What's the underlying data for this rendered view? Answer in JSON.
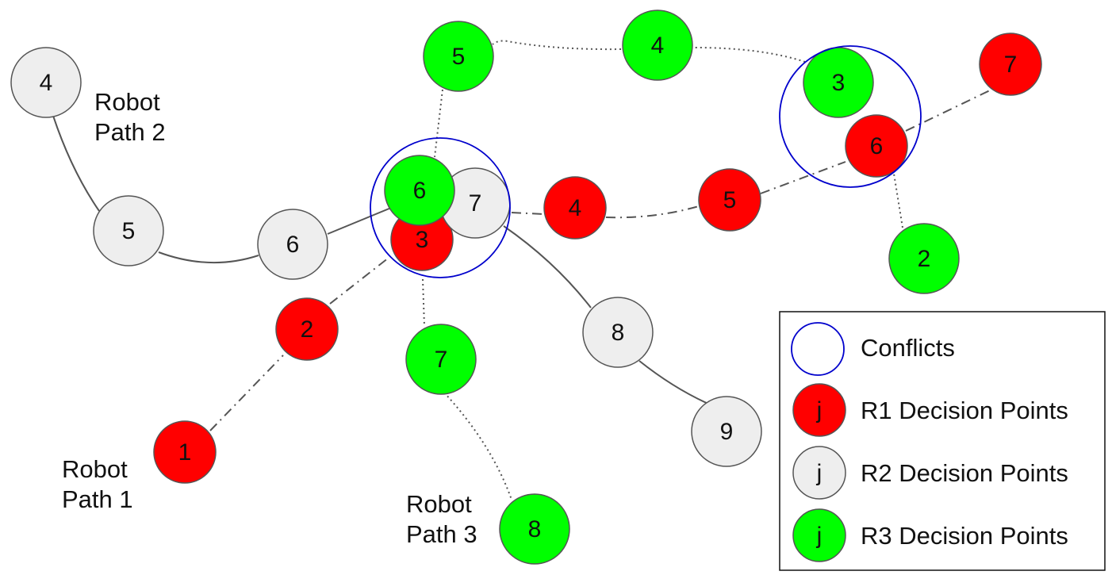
{
  "colors": {
    "r1": "#ff0000",
    "r2": "#eeeeee",
    "r3": "#00ff00",
    "conflict": "#0000cc",
    "stroke": "#555555"
  },
  "path_labels": {
    "robot1": [
      "Robot",
      "Path 1"
    ],
    "robot2": [
      "Robot",
      "Path 2"
    ],
    "robot3": [
      "Robot",
      "Path 3"
    ]
  },
  "nodes": {
    "r2": [
      "4",
      "5",
      "6",
      "7",
      "8",
      "9"
    ],
    "r1": [
      "1",
      "2",
      "3",
      "4",
      "5",
      "6",
      "7"
    ],
    "r3": [
      "2",
      "3",
      "4",
      "5",
      "6",
      "7",
      "8"
    ]
  },
  "legend": {
    "conflicts": "Conflicts",
    "r1": "R1 Decision Points",
    "r2": "R2 Decision Points",
    "r3": "R3 Decision Points",
    "symbol": "j"
  }
}
